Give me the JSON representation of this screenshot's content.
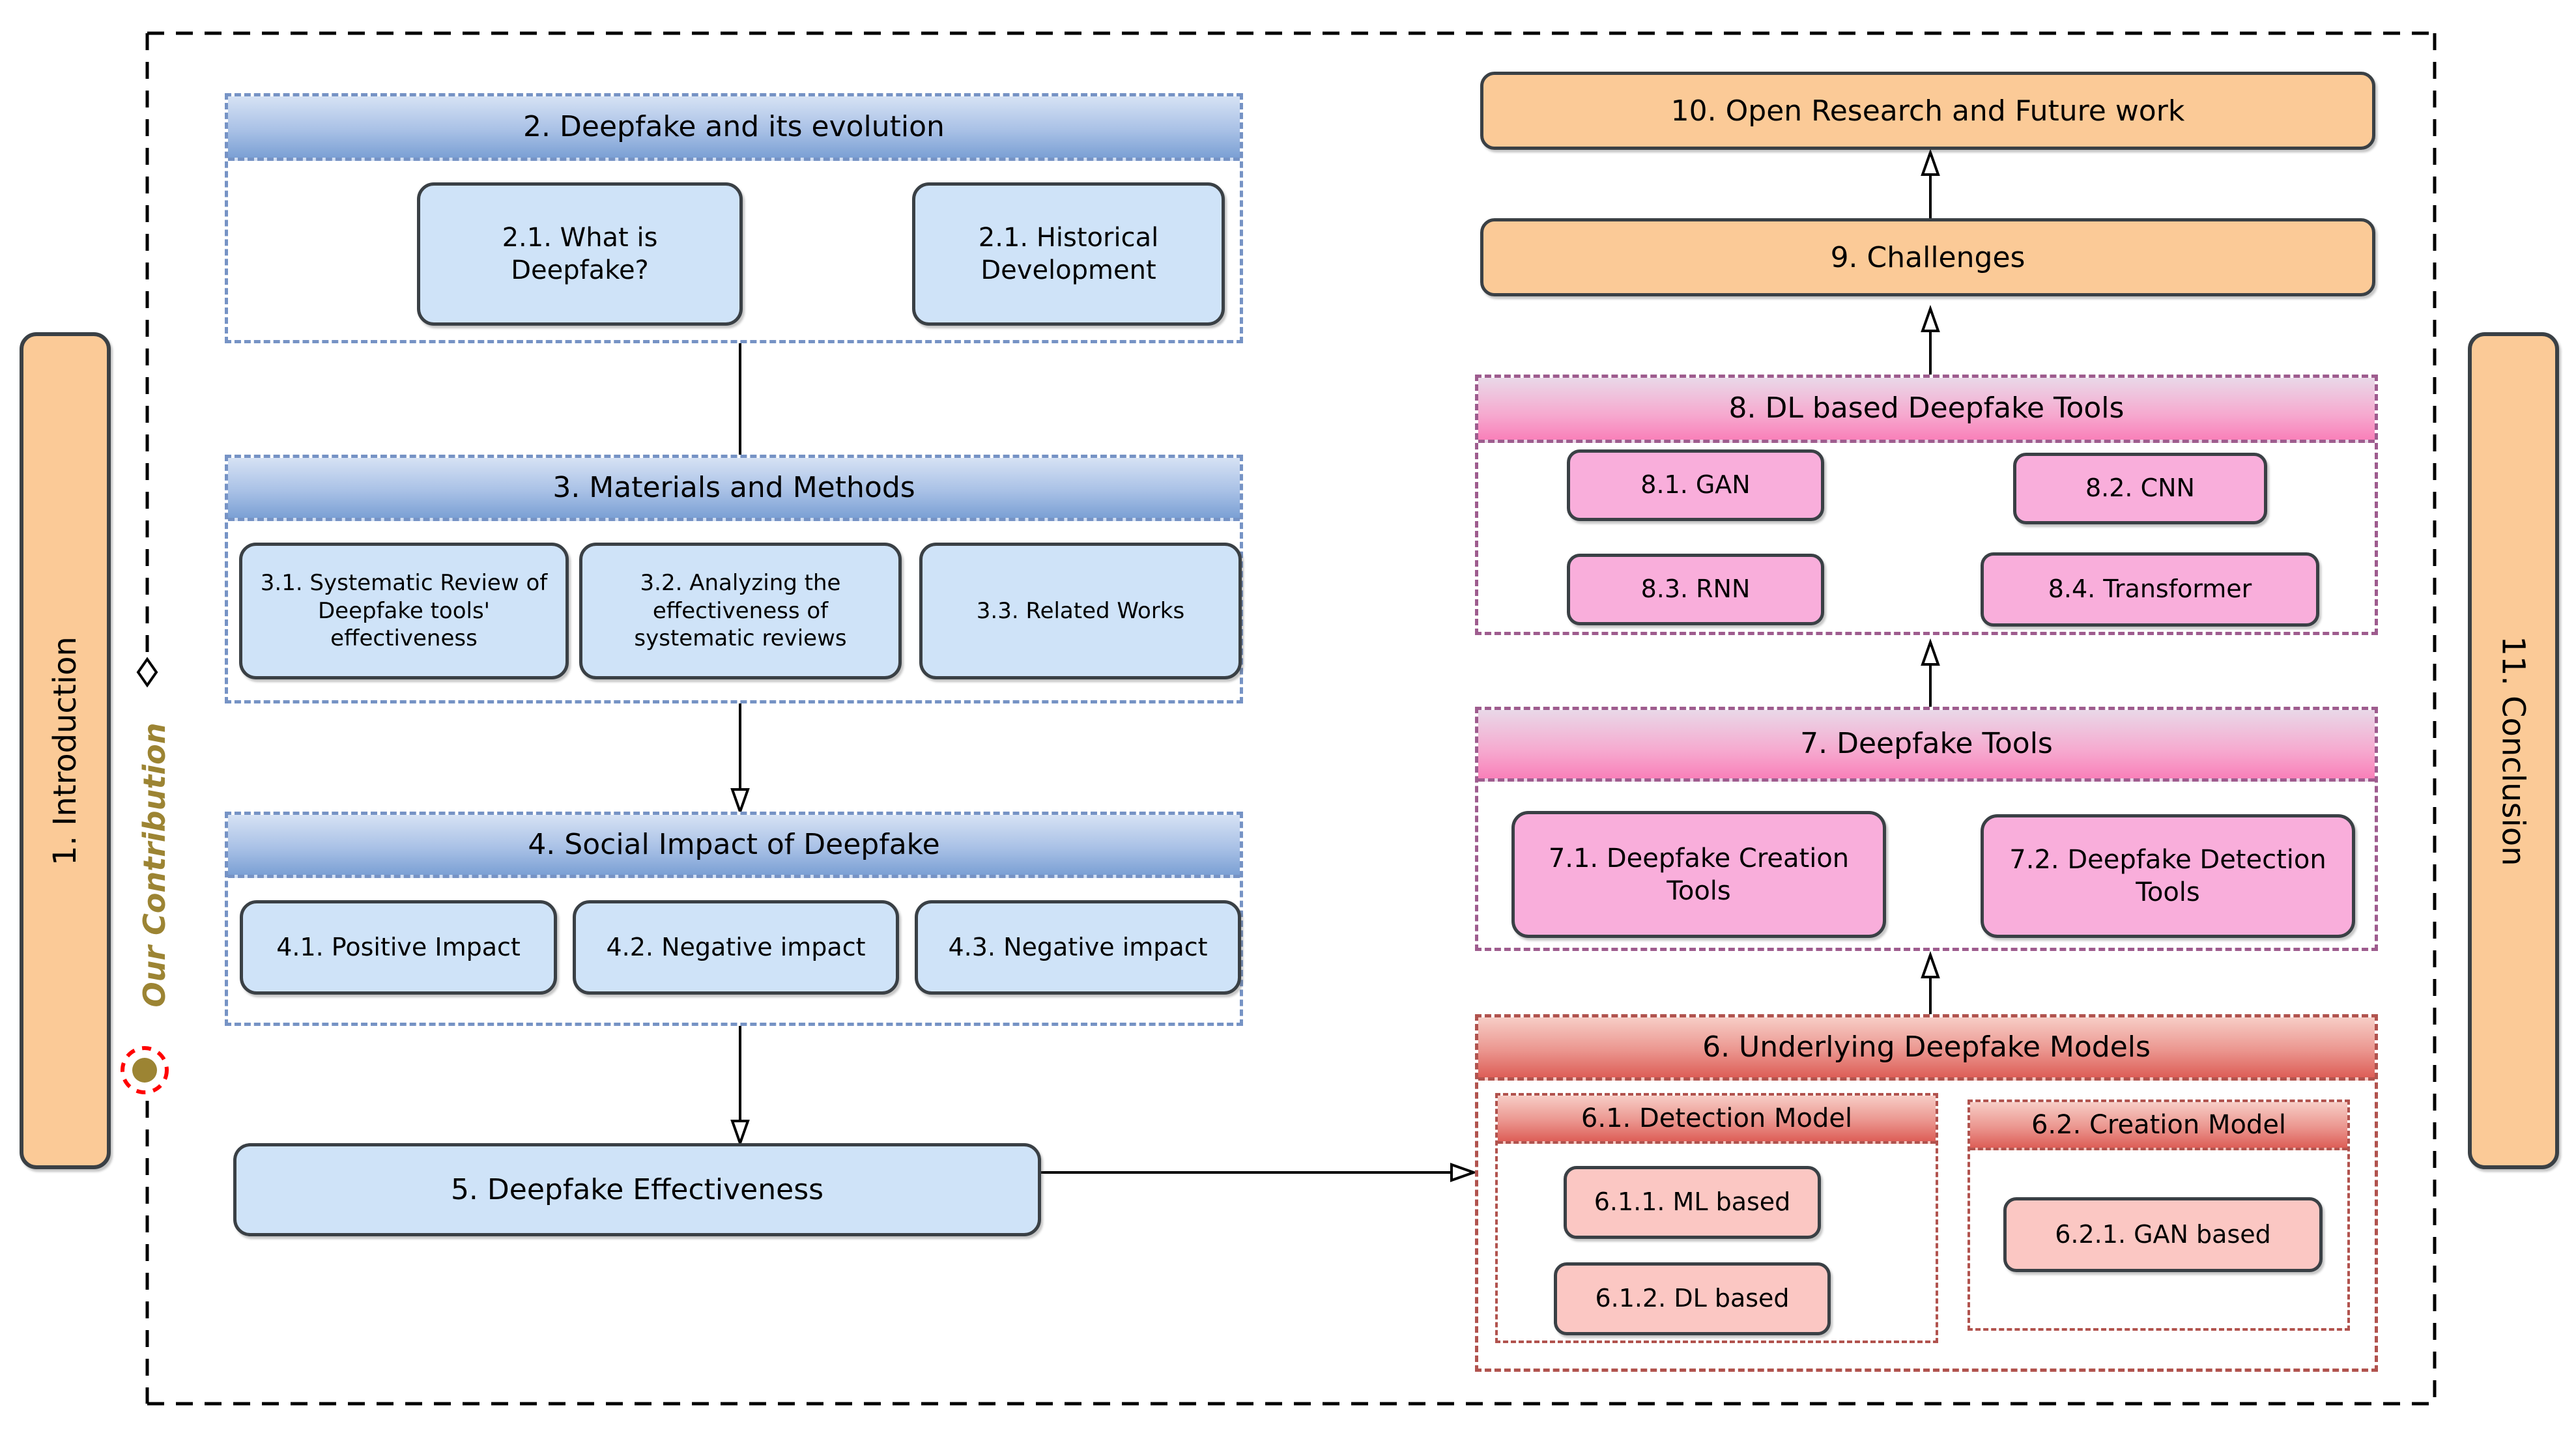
{
  "rails": {
    "introduction": "1. Introduction",
    "contribution": "Our Contribution",
    "conclusion": "11. Conclusion"
  },
  "flow": {
    "future": "10. Open Research and Future work",
    "challenges": "9. Challenges"
  },
  "sections": {
    "s2": {
      "header": "2. Deepfake and its evolution",
      "children": [
        "2.1. What is Deepfake?",
        "2.1. Historical Development"
      ]
    },
    "s3": {
      "header": "3. Materials and Methods",
      "children": [
        "3.1. Systematic Review of Deepfake tools' effectiveness",
        "3.2. Analyzing the effectiveness of systematic reviews",
        "3.3. Related Works"
      ]
    },
    "s4": {
      "header": "4. Social Impact of Deepfake",
      "children": [
        "4.1. Positive Impact",
        "4.2. Negative impact",
        "4.3. Negative impact"
      ]
    },
    "s5": {
      "label": "5. Deepfake Effectiveness"
    },
    "s6": {
      "header": "6. Underlying Deepfake Models",
      "detection": {
        "header": "6.1. Detection Model",
        "children": [
          "6.1.1. ML based",
          "6.1.2. DL based"
        ]
      },
      "creation": {
        "header": "6.2. Creation Model",
        "children": [
          "6.2.1. GAN based"
        ]
      }
    },
    "s7": {
      "header": "7. Deepfake Tools",
      "children": [
        "7.1. Deepfake Creation Tools",
        "7.2. Deepfake Detection Tools"
      ]
    },
    "s8": {
      "header": "8. DL based Deepfake Tools",
      "children": [
        "8.1. GAN",
        "8.2. CNN",
        "8.3. RNN",
        "8.4. Transformer"
      ]
    }
  },
  "colors": {
    "orange_fill": "#FBCA97",
    "blue_fill": "#CFE3F8",
    "pink_fill": "#F9AEDB",
    "salmon_fill": "#FBC7C3",
    "blue_border": "#7693C5",
    "red_border": "#B1534E",
    "plum_border": "#9E5C8E",
    "contribution_gold": "#9C8433",
    "ring_red": "#FF0000",
    "box_border": "#3A4045"
  }
}
